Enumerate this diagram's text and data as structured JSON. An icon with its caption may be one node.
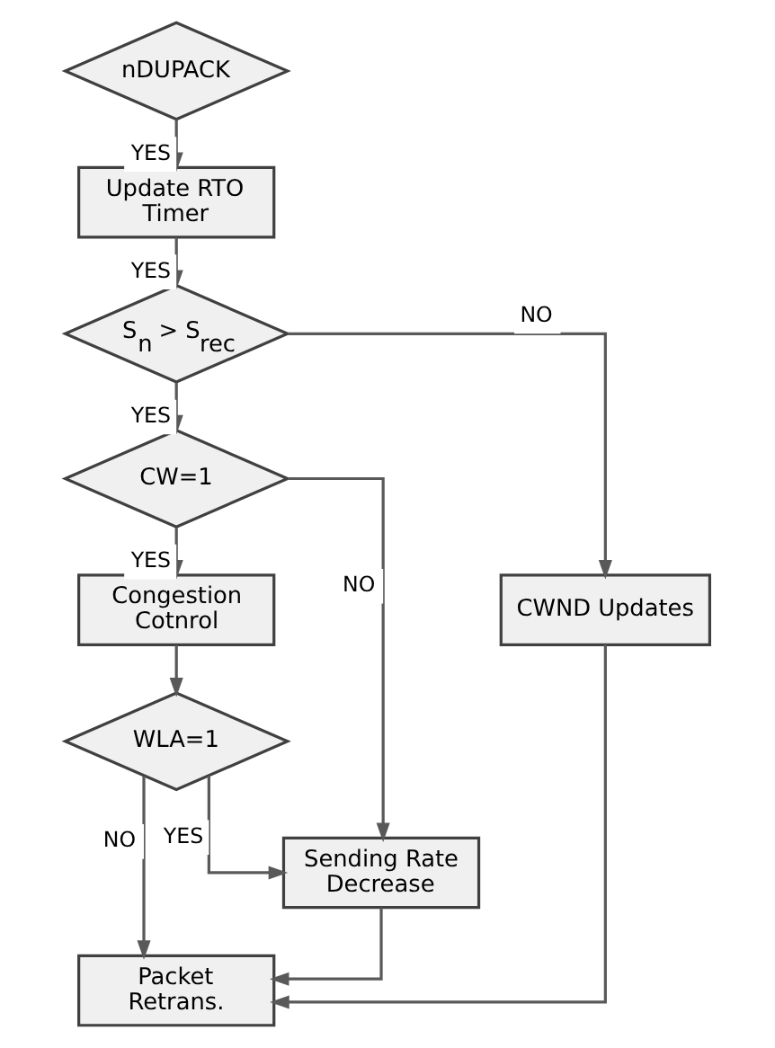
{
  "diagram": {
    "nodes": [
      {
        "text": [
          "nDUPACK"
        ]
      },
      {
        "text": [
          "Update RTO Timer"
        ]
      },
      {
        "text": [
          "S$_{n}$ > S$_{rec}$"
        ]
      },
      {
        "text": [
          "CW=1"
        ]
      },
      {
        "text": [
          "CWND Updates"
        ]
      },
      {
        "text": [
          "Congestion Cotnrol"
        ]
      },
      {
        "text": [
          "WLA=1"
        ]
      },
      {
        "text": [
          "Sending Rate Decrease"
        ]
      },
      {
        "text": [
          "Packet Retrans."
        ]
      }
    ],
    "edges": [
      {
        "from": 0,
        "to": 1,
        "arrow": "to",
        "label": "YES"
      },
      {
        "from": 1,
        "to": 2,
        "arrow": "to",
        "label": "YES"
      },
      {
        "from": 2,
        "to": 3,
        "arrow": "to",
        "label": "YES"
      },
      {
        "from": 2,
        "to": 4,
        "arrow": "to",
        "label": "NO"
      },
      {
        "from": 3,
        "to": 7,
        "arrow": "to",
        "label": "NO"
      },
      {
        "from": 3,
        "to": 5,
        "arrow": "to",
        "label": "YES"
      },
      {
        "from": 5,
        "to": 6,
        "arrow": "to"
      },
      {
        "from": 6,
        "to": 7,
        "arrow": "to",
        "label": "YES"
      },
      {
        "from": 6,
        "to": 8,
        "arrow": "to",
        "label": "NO"
      },
      {
        "from": 4,
        "to": 8,
        "arrow": "to"
      },
      {
        "from": 7,
        "to": 8,
        "arrow": "to"
      }
    ]
  }
}
